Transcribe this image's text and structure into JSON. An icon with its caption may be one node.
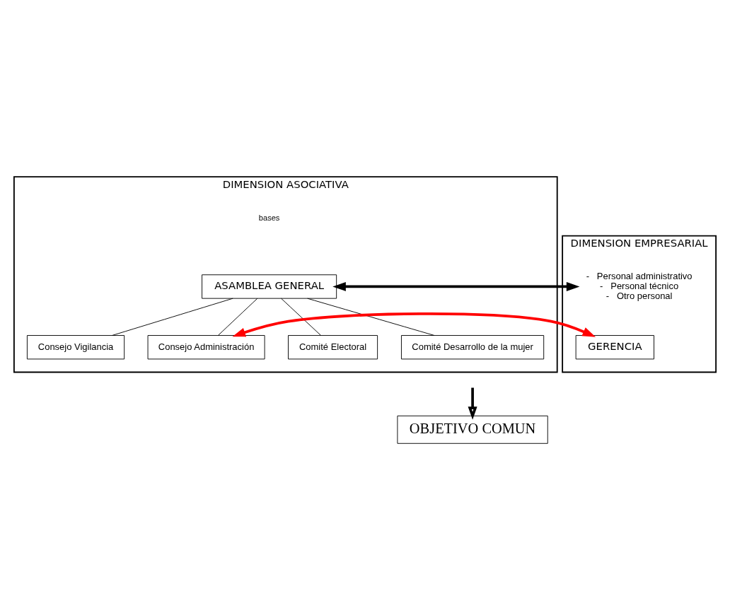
{
  "diagram": {
    "nodes": [
      {
        "text": [
          "DIMENSION ASOCIATIVA"
        ]
      },
      {
        "text": [
          "ASAMBLEA GENERAL"
        ],
        "in": 0
      },
      {
        "text": [
          "Consejo Vigilancia"
        ],
        "in": 0
      },
      {
        "text": [
          "Consejo Administración"
        ],
        "in": 0
      },
      {
        "text": [
          "Comité Electoral"
        ],
        "in": 0
      },
      {
        "text": [
          "Comité Desarrollo de la mujer"
        ],
        "in": 0
      },
      {
        "text": [
          "DIMENSION EMPRESARIAL"
        ]
      },
      {
        "text": [
          "-   Personal administrativo",
          "-   Personal técnico",
          "-   Otro personal"
        ],
        "in": 6
      },
      {
        "text": [
          "GERENCIA"
        ],
        "in": 6
      },
      {
        "text": [
          "OBJETIVO COMUN"
        ]
      }
    ],
    "edges": [
      {
        "from": 1,
        "to": 3,
        "arrow": "none"
      },
      {
        "from": 1,
        "to": 2,
        "arrow": "none"
      },
      {
        "from": 1,
        "to": 5,
        "arrow": "none"
      },
      {
        "from": 1,
        "to": 4,
        "arrow": "none"
      },
      {
        "from": 1,
        "to": 7,
        "arrow": "both",
        "style": "thick"
      },
      {
        "from": 3,
        "to": 8,
        "arrow": "both",
        "style": "thick",
        "color": "#ff0000"
      },
      {
        "from": null,
        "to": 9,
        "arrow": "to",
        "style": "thick"
      }
    ],
    "labels": [
      "bases"
    ]
  }
}
